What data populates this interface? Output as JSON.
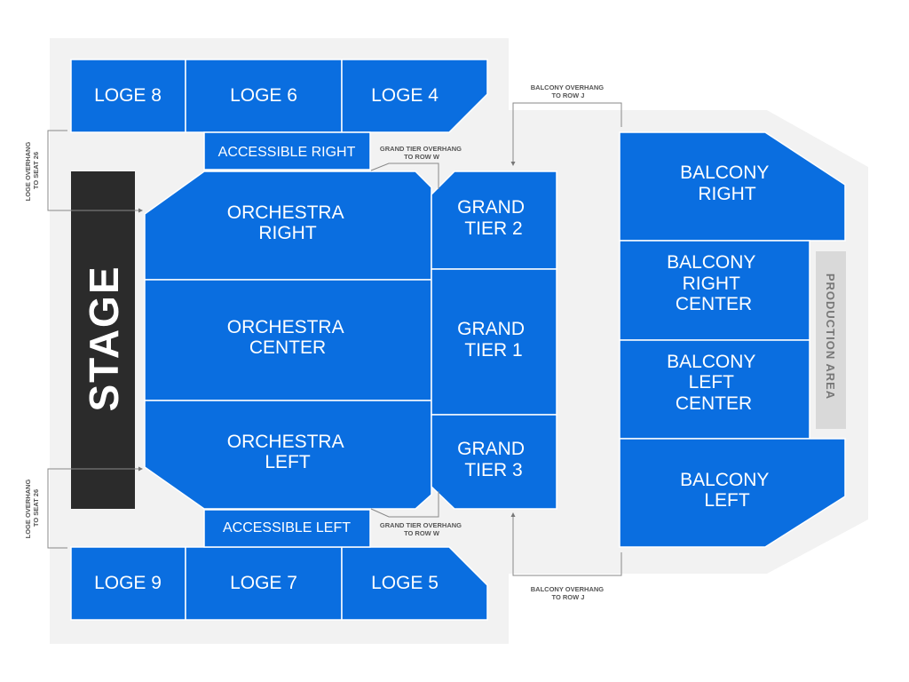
{
  "stage": "STAGE",
  "production_area": "PRODUCTION AREA",
  "sections": {
    "loge8": "LOGE 8",
    "loge6": "LOGE 6",
    "loge4": "LOGE 4",
    "loge9": "LOGE 9",
    "loge7": "LOGE 7",
    "loge5": "LOGE 5",
    "accessible_right": "ACCESSIBLE RIGHT",
    "accessible_left": "ACCESSIBLE LEFT",
    "orchestra_right": [
      "ORCHESTRA",
      "RIGHT"
    ],
    "orchestra_center": [
      "ORCHESTRA",
      "CENTER"
    ],
    "orchestra_left": [
      "ORCHESTRA",
      "LEFT"
    ],
    "grand_tier_2": [
      "GRAND",
      "TIER 2"
    ],
    "grand_tier_1": [
      "GRAND",
      "TIER 1"
    ],
    "grand_tier_3": [
      "GRAND",
      "TIER 3"
    ],
    "balcony_right": [
      "BALCONY",
      "RIGHT"
    ],
    "balcony_right_center": [
      "BALCONY",
      "RIGHT",
      "CENTER"
    ],
    "balcony_left_center": [
      "BALCONY",
      "LEFT",
      "CENTER"
    ],
    "balcony_left": [
      "BALCONY",
      "LEFT"
    ]
  },
  "notes": {
    "balcony_overhang_top": [
      "BALCONY OVERHANG",
      "TO ROW J"
    ],
    "balcony_overhang_bottom": [
      "BALCONY OVERHANG",
      "TO ROW J"
    ],
    "grand_tier_overhang_top": [
      "GRAND TIER OVERHANG",
      "TO ROW W"
    ],
    "grand_tier_overhang_bottom": [
      "GRAND TIER OVERHANG",
      "TO ROW W"
    ],
    "loge_overhang_top": [
      "LOGE OVERHANG",
      "TO SEAT 26"
    ],
    "loge_overhang_bottom": [
      "LOGE OVERHANG",
      "TO SEAT 26"
    ]
  }
}
